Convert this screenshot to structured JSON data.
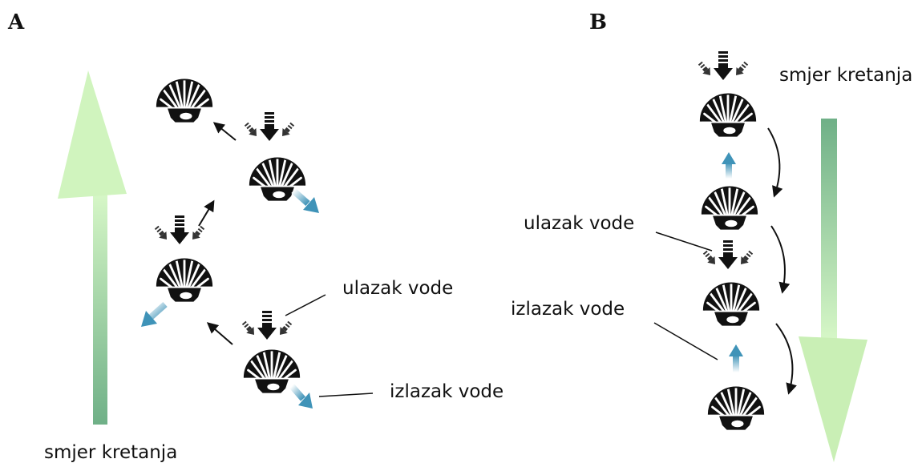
{
  "panels": [
    {
      "letter": "A",
      "direction_label": "smjer kretanja",
      "water_in_label": "ulazak vode",
      "water_out_label": "izlazak vode"
    },
    {
      "letter": "B",
      "direction_label": "smjer kretanja",
      "water_in_label": "ulazak vode",
      "water_out_label": "izlazak vode"
    }
  ],
  "icons": {
    "shell": "scallop-shell-icon",
    "inflow": "water-inflow-arrows-icon",
    "outflow": "water-outflow-arrow-icon",
    "movement": "movement-arrow-icon"
  },
  "colors": {
    "shell": "#111111",
    "outflow_arrow": "#3f93b8",
    "movement_arrow_light": "#d8f8c8",
    "movement_arrow_dark": "#6fb087",
    "text": "#111111"
  }
}
